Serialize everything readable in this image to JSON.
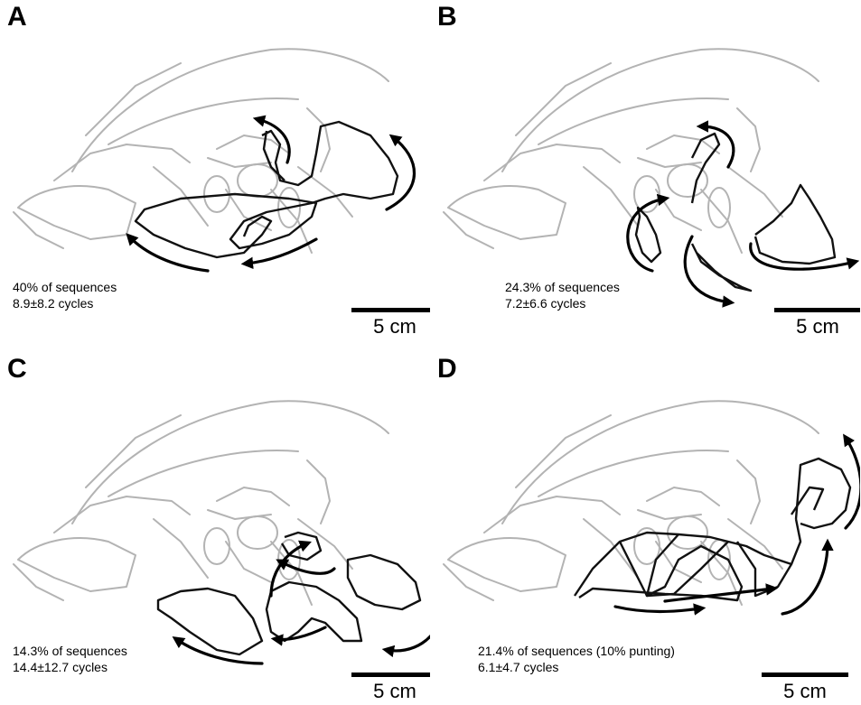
{
  "figure": {
    "panels": [
      {
        "letter": "A",
        "percent_label": "40% of sequences",
        "cycles_label": "8.9±8.2 cycles",
        "scale_label": "5 cm"
      },
      {
        "letter": "B",
        "percent_label": "24.3% of sequences",
        "cycles_label": "7.2±6.6 cycles",
        "scale_label": "5 cm"
      },
      {
        "letter": "C",
        "percent_label": "14.3% of sequences",
        "cycles_label": "14.4±12.7 cycles",
        "scale_label": "5 cm"
      },
      {
        "letter": "D",
        "percent_label": "21.4% of sequences (10% punting)",
        "cycles_label": "6.1±4.7 cycles",
        "scale_label": "5 cm"
      }
    ],
    "colors": {
      "outline": "#b3b3b3",
      "trajectory": "#111111",
      "arrow": "#000000",
      "background": "#ffffff"
    }
  }
}
